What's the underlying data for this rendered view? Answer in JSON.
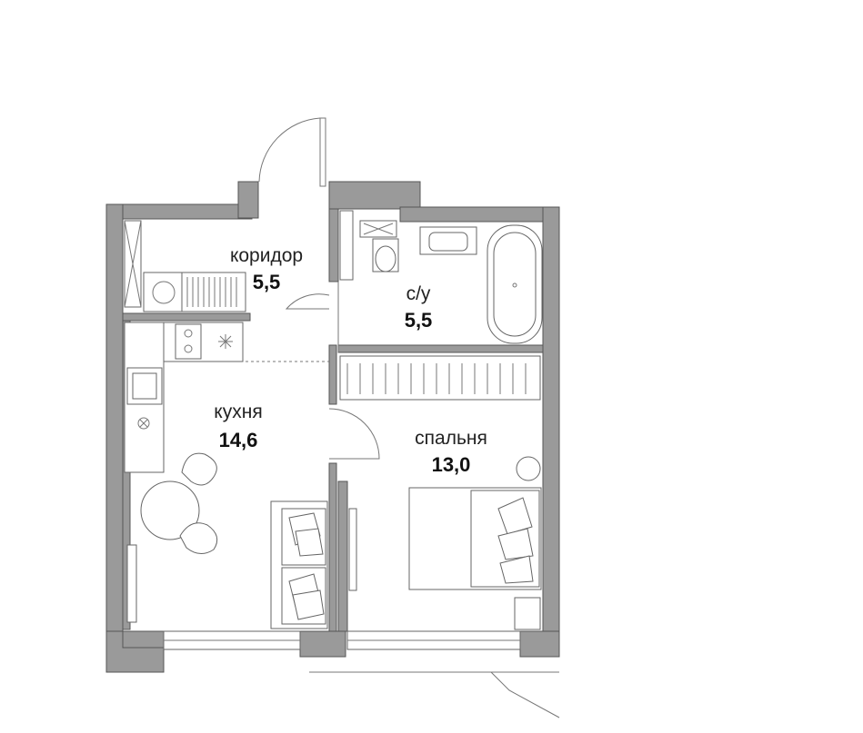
{
  "rooms": {
    "corridor": {
      "name": "коридор",
      "area": "5,5"
    },
    "bathroom": {
      "name": "с/у",
      "area": "5,5"
    },
    "kitchen": {
      "name": "кухня",
      "area": "14,6"
    },
    "bedroom": {
      "name": "спальня",
      "area": "13,0"
    }
  },
  "colors": {
    "wall": "#9a9a9a",
    "line": "#666666",
    "background": "#ffffff"
  }
}
